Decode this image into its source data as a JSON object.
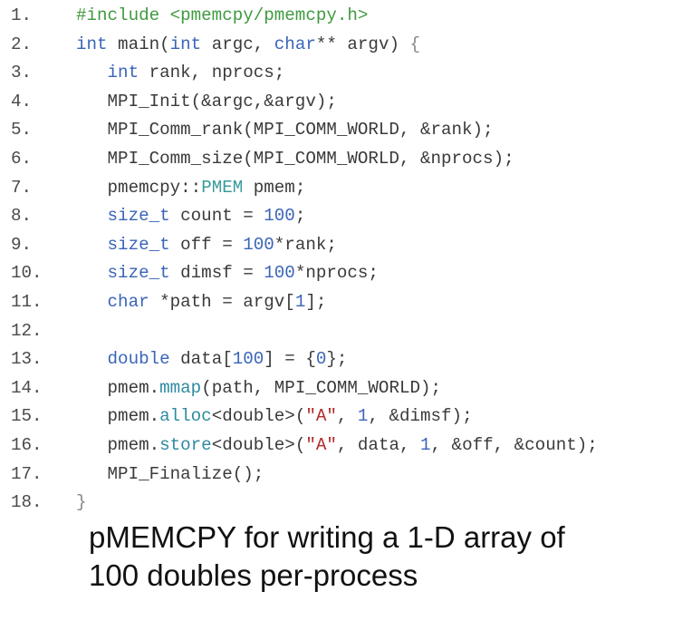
{
  "code": {
    "lines": [
      {
        "number": "1.",
        "tokens": [
          {
            "t": "#include <pmemcpy/pmemcpy.h>",
            "c": "pp"
          }
        ]
      },
      {
        "number": "2.",
        "tokens": [
          {
            "t": "int",
            "c": "kw"
          },
          {
            "t": " main("
          },
          {
            "t": "int",
            "c": "kw"
          },
          {
            "t": " argc, "
          },
          {
            "t": "char",
            "c": "kw"
          },
          {
            "t": "** argv) "
          },
          {
            "t": "{",
            "c": "pun"
          }
        ]
      },
      {
        "number": "3.",
        "tokens": [
          {
            "t": "   "
          },
          {
            "t": "int",
            "c": "kw"
          },
          {
            "t": " rank, nprocs;"
          }
        ]
      },
      {
        "number": "4.",
        "tokens": [
          {
            "t": "   MPI_Init(&argc,&argv);"
          }
        ]
      },
      {
        "number": "5.",
        "tokens": [
          {
            "t": "   MPI_Comm_rank(MPI_COMM_WORLD, &rank);"
          }
        ]
      },
      {
        "number": "6.",
        "tokens": [
          {
            "t": "   MPI_Comm_size(MPI_COMM_WORLD, &nprocs);"
          }
        ]
      },
      {
        "number": "7.",
        "tokens": [
          {
            "t": "   pmemcpy::"
          },
          {
            "t": "PMEM",
            "c": "ns"
          },
          {
            "t": " pmem;"
          }
        ]
      },
      {
        "number": "8.",
        "tokens": [
          {
            "t": "   "
          },
          {
            "t": "size_t",
            "c": "kw"
          },
          {
            "t": " count = "
          },
          {
            "t": "100",
            "c": "num"
          },
          {
            "t": ";"
          }
        ]
      },
      {
        "number": "9.",
        "tokens": [
          {
            "t": "   "
          },
          {
            "t": "size_t",
            "c": "kw"
          },
          {
            "t": " off = "
          },
          {
            "t": "100",
            "c": "num"
          },
          {
            "t": "*rank;"
          }
        ]
      },
      {
        "number": "10.",
        "tokens": [
          {
            "t": "   "
          },
          {
            "t": "size_t",
            "c": "kw"
          },
          {
            "t": " dimsf = "
          },
          {
            "t": "100",
            "c": "num"
          },
          {
            "t": "*nprocs;"
          }
        ]
      },
      {
        "number": "11.",
        "tokens": [
          {
            "t": "   "
          },
          {
            "t": "char",
            "c": "kw"
          },
          {
            "t": " *path = argv["
          },
          {
            "t": "1",
            "c": "num"
          },
          {
            "t": "];"
          }
        ]
      },
      {
        "number": "12.",
        "tokens": []
      },
      {
        "number": "13.",
        "tokens": [
          {
            "t": "   "
          },
          {
            "t": "double",
            "c": "kw"
          },
          {
            "t": " data["
          },
          {
            "t": "100",
            "c": "num"
          },
          {
            "t": "] = {"
          },
          {
            "t": "0",
            "c": "num"
          },
          {
            "t": "};"
          }
        ]
      },
      {
        "number": "14.",
        "tokens": [
          {
            "t": "   pmem."
          },
          {
            "t": "mmap",
            "c": "fn"
          },
          {
            "t": "(path, MPI_COMM_WORLD);"
          }
        ]
      },
      {
        "number": "15.",
        "tokens": [
          {
            "t": "   pmem."
          },
          {
            "t": "alloc",
            "c": "fn"
          },
          {
            "t": "<double>("
          },
          {
            "t": "\"A\"",
            "c": "str"
          },
          {
            "t": ", "
          },
          {
            "t": "1",
            "c": "num"
          },
          {
            "t": ", &dimsf);"
          }
        ]
      },
      {
        "number": "16.",
        "tokens": [
          {
            "t": "   pmem."
          },
          {
            "t": "store",
            "c": "fn"
          },
          {
            "t": "<double>("
          },
          {
            "t": "\"A\"",
            "c": "str"
          },
          {
            "t": ", data, "
          },
          {
            "t": "1",
            "c": "num"
          },
          {
            "t": ", &off, &count);"
          }
        ]
      },
      {
        "number": "17.",
        "tokens": [
          {
            "t": "   MPI_Finalize();"
          }
        ]
      },
      {
        "number": "18.",
        "tokens": [
          {
            "t": "}",
            "c": "pun"
          }
        ]
      }
    ]
  },
  "caption": {
    "line1": "pMEMCPY for writing a 1-D array of",
    "line2": "100 doubles per-process"
  },
  "colors": {
    "keyword": "#3a64b8",
    "preprocessor": "#3f9a3f",
    "number": "#3a64b8",
    "string": "#b22a2a",
    "function": "#2e8aa0",
    "namespace_type": "#3a9a9a",
    "brace": "#888888",
    "text": "#3a3a3a"
  }
}
